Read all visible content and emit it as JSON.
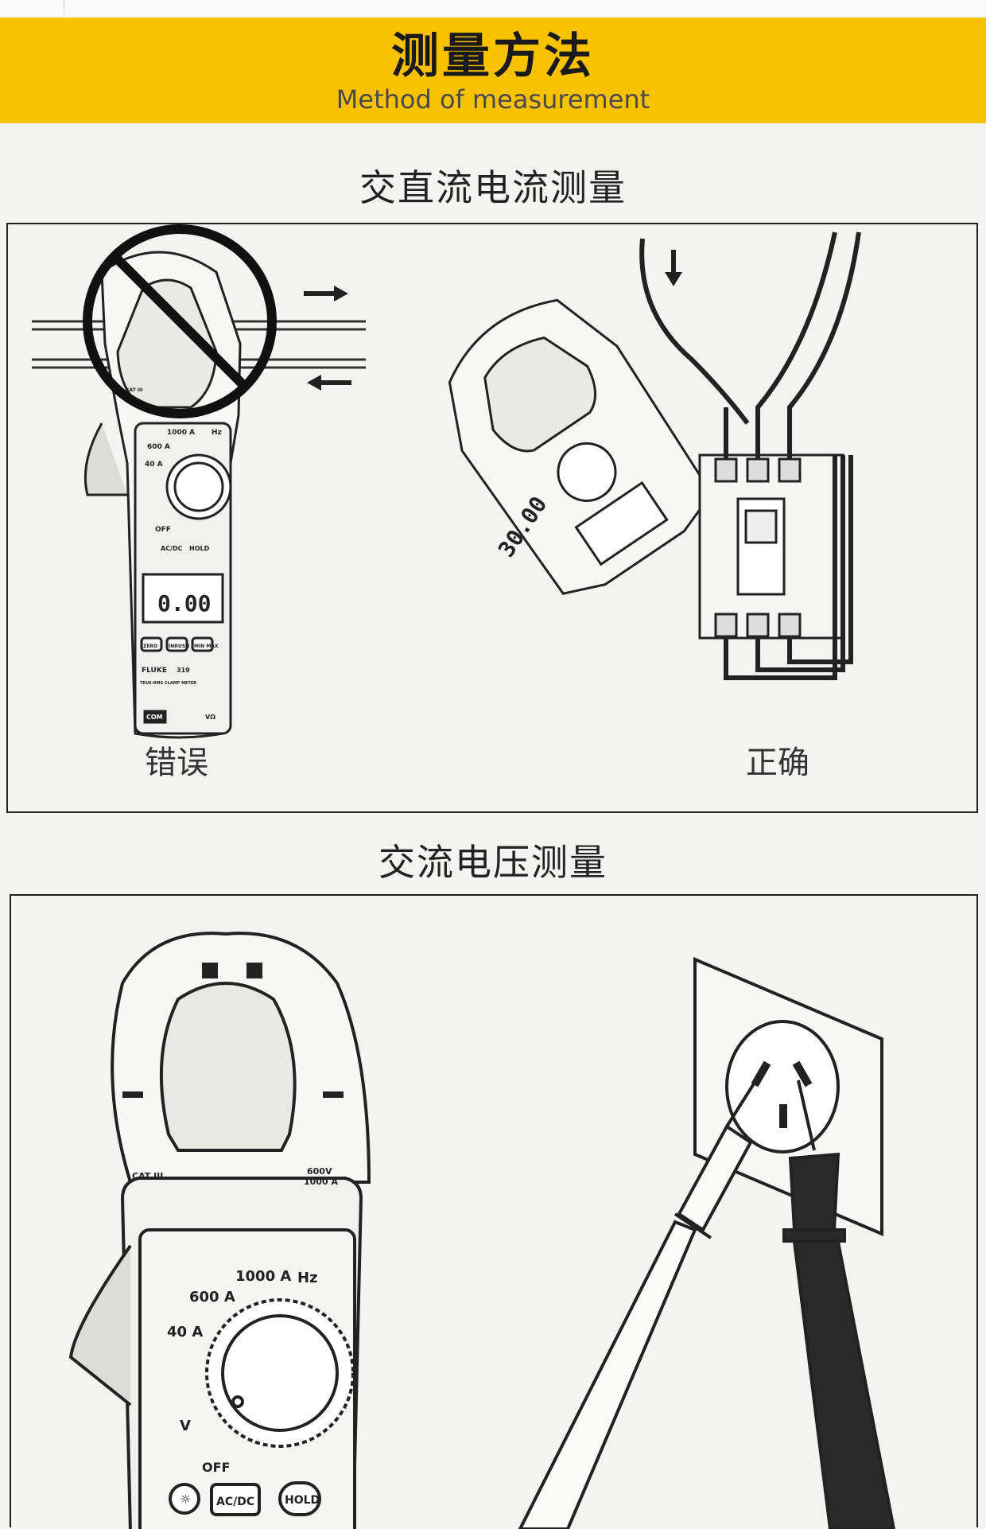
{
  "banner": {
    "title": "测量方法",
    "subtitle": "Method of measurement"
  },
  "sections": {
    "current": {
      "title": "交直流电流测量",
      "wrong_label": "错误",
      "correct_label": "正确"
    },
    "voltage": {
      "title": "交流电压测量"
    }
  },
  "meter": {
    "brand": "FLUKE",
    "model": "319",
    "caption": "TRUE-RMS CLAMP METER",
    "cat": "CAT III",
    "rating_volts": "600V",
    "rating_amps": "1000 A",
    "range_1000a": "1000 A",
    "range_hz": "Hz",
    "range_600a": "600 A",
    "range_40a": "40 A",
    "range_v": "V",
    "off_label": "OFF",
    "acdc_label": "AC/DC",
    "hold_label": "HOLD",
    "zero_label": "ZERO",
    "inrush_label": "INRUSH",
    "minmax_label": "MIN MAX",
    "com_label": "COM",
    "vohm_label": "VΩ",
    "display_wrong": "0.00",
    "display_correct": "30.00"
  },
  "colors": {
    "banner": "#f8c200",
    "background": "#f3f3f1",
    "ink": "#222222"
  }
}
